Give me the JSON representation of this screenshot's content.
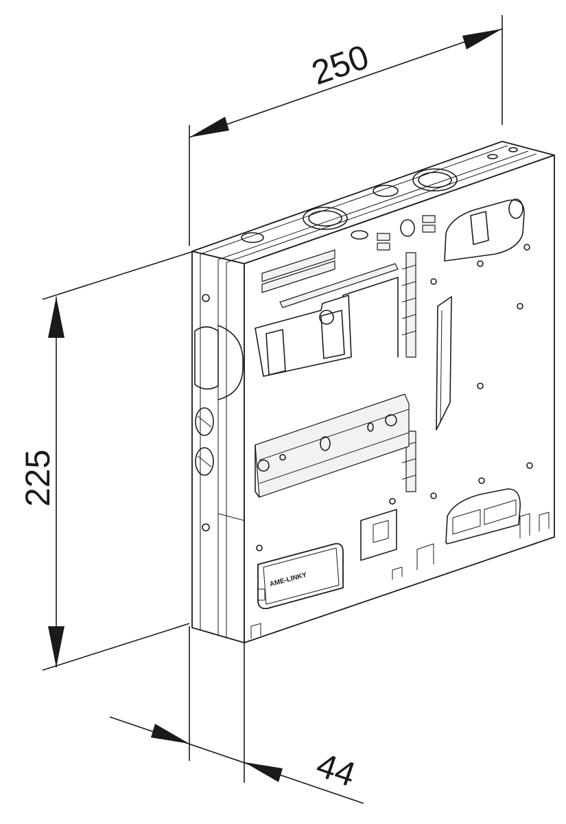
{
  "dimensions": {
    "width": "250",
    "height": "225",
    "depth": "44"
  },
  "labels": {
    "module_label": "AME-LINKY"
  }
}
